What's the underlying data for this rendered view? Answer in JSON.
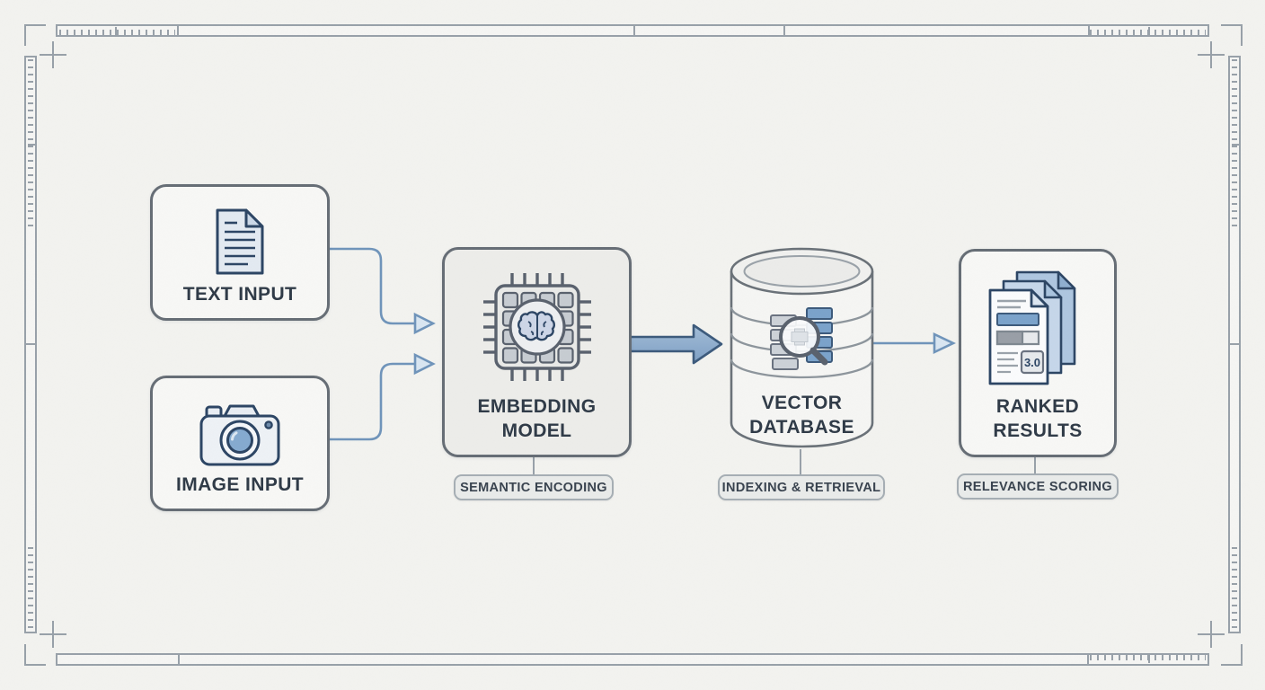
{
  "diagram": {
    "kind": "pipeline-flowchart",
    "nodes": {
      "text_input": {
        "label": "TEXT INPUT",
        "icon": "document-icon"
      },
      "image_input": {
        "label": "IMAGE INPUT",
        "icon": "camera-icon"
      },
      "embedding_model": {
        "label": "EMBEDDING MODEL",
        "tag": "SEMANTIC ENCODING",
        "icon": "chip-brain-icon"
      },
      "vector_database": {
        "label": "VECTOR DATABASE",
        "tag": "INDEXING & RETRIEVAL",
        "icon": "database-search-icon"
      },
      "ranked_results": {
        "label": "RANKED RESULTS",
        "tag": "RELEVANCE SCORING",
        "icon": "stacked-documents-icon",
        "score": "3.0"
      }
    },
    "edges": [
      {
        "from": "text_input",
        "to": "embedding_model",
        "style": "thin-open-arrow"
      },
      {
        "from": "image_input",
        "to": "embedding_model",
        "style": "thin-open-arrow"
      },
      {
        "from": "embedding_model",
        "to": "vector_database",
        "style": "bold-solid-arrow"
      },
      {
        "from": "vector_database",
        "to": "ranked_results",
        "style": "thin-open-arrow"
      }
    ],
    "colors": {
      "paper": "#f3f3f0",
      "frame": "#98a1a9",
      "node_border": "#666d75",
      "node_fill": "#f8f8f6",
      "model_fill": "#ededea",
      "pill_fill": "#e9ebea",
      "pill_border": "#a6aeb4",
      "label_text": "#2f3a47",
      "flow_blue": "#6f94ba",
      "flow_arrowhead_fill": "#d9e6f2",
      "bold_arrow_fill": "#8cabcc",
      "bold_arrow_stroke": "#3c5a7c",
      "icon_outline": "#2c4564",
      "icon_blue": "#7ba3cb",
      "icon_gray": "#c9ced4"
    }
  }
}
